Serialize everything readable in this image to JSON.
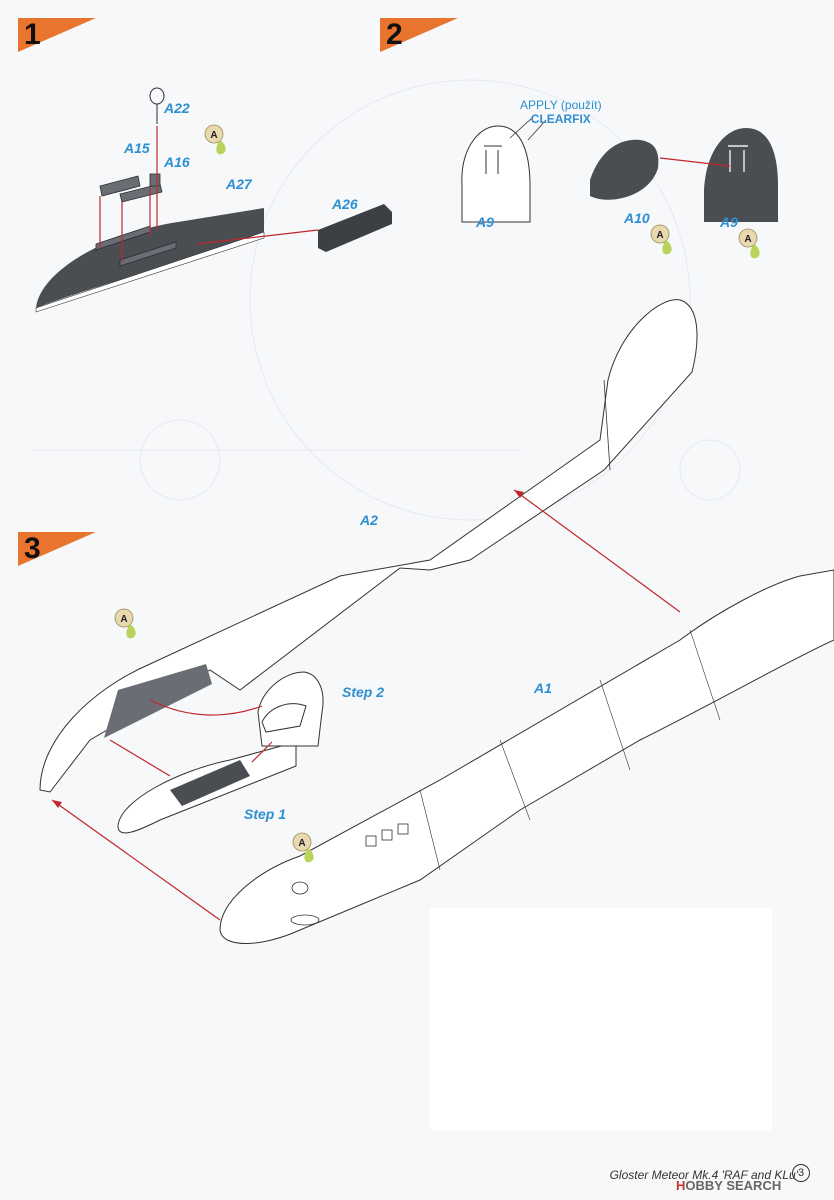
{
  "steps": [
    {
      "number": "1"
    },
    {
      "number": "2"
    },
    {
      "number": "3"
    }
  ],
  "parts": {
    "a22": "A22",
    "a15": "A15",
    "a16": "A16",
    "a27": "A27",
    "a26": "A26",
    "a9_left": "A9",
    "a10": "A10",
    "a9_right": "A9",
    "a2": "A2",
    "a1": "A1"
  },
  "callout": {
    "line1": "APPLY (použít)",
    "line2": "CLEARFIX"
  },
  "substeps": {
    "step2": "Step 2",
    "step1": "Step 1"
  },
  "paint_badge": "A",
  "footer": {
    "title": "Gloster Meteor Mk.4 'RAF and KLu'",
    "page": "3"
  },
  "watermark": {
    "prefix": "H",
    "rest": "OBBY SEARCH"
  },
  "colors": {
    "accent": "#e9742e",
    "label": "#2e8fd1",
    "arrow": "#c0272d",
    "dark_part": "#4a4d52"
  }
}
